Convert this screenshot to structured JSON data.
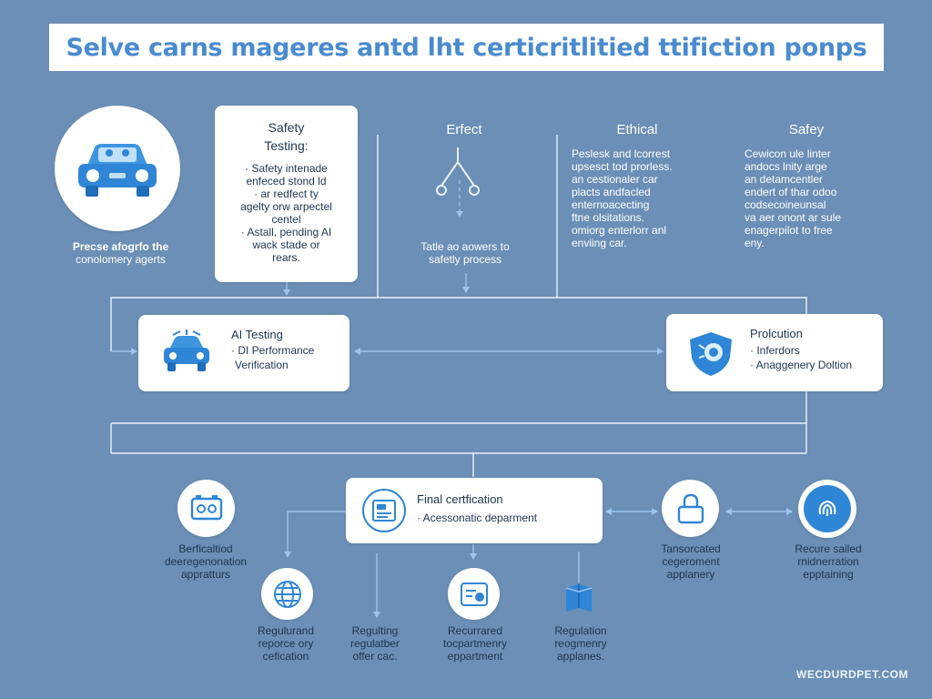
{
  "title": "Selve carns mageres antd lht certicritlitied ttifiction ponps",
  "top_left": {
    "icon": "car-icon",
    "caption": [
      "Precse afogrfo the",
      "conolomery agerts"
    ]
  },
  "safety_testing": {
    "title": [
      "Safety",
      "Testing:"
    ],
    "lines": [
      "· Safety intenade",
      "enfeced stond ld",
      "· ar redfect ty",
      "agelty orw arpectel",
      "centel",
      "· Astall, pending AI",
      "wack stade or",
      "rears."
    ]
  },
  "effect": {
    "heading": "Erfect",
    "icon": "branch-icon",
    "caption": [
      "Tatle ao aowers to",
      "safetly process"
    ]
  },
  "ethical": {
    "heading": "Ethical",
    "lines": [
      "Peslesk and lcorrest",
      "upsesct tod prorless.",
      "an cestionaler car",
      "placts andfacled",
      "enternoacecting",
      "ftne olsitations.",
      "omiorg enterlorr anl",
      "enviing car."
    ]
  },
  "safey": {
    "heading": "Safey",
    "lines": [
      "Cewicon ule linter",
      "andocs lnity arge",
      "an detamcentler",
      "endert of thar odoo",
      "codsecoineunsal",
      "va aer onont ar sule",
      "enagerpilot to free",
      "eny."
    ]
  },
  "ai_testing": {
    "icon": "car-icon",
    "title": "AI Testing",
    "lines": [
      "· DI Performance",
      "Verification"
    ]
  },
  "prolcution": {
    "icon": "shield-icon",
    "title": "Prolcution",
    "lines": [
      "· Inferdors",
      "· Anaggenery Doltion"
    ]
  },
  "final": {
    "icon": "document-icon",
    "title": "Final certfication",
    "line": "· Acessonatic deparment"
  },
  "bottom_nodes": [
    {
      "icon": "dashboard-icon",
      "caption": [
        "Berficaltiod",
        "deeregenonation",
        "appratturs"
      ]
    },
    {
      "icon": "lock-icon",
      "caption": [
        "Tansorcated",
        "cegeroment",
        "applanery"
      ]
    },
    {
      "icon": "fingerprint-icon",
      "caption": [
        "Recure sailed",
        "rnidnerration",
        "epptaining"
      ]
    }
  ],
  "lowest_nodes": [
    {
      "icon": "globe-icon",
      "caption": [
        "Regulurand",
        "reporce ory",
        "cefication"
      ]
    },
    {
      "icon": "",
      "caption": [
        "Regulting",
        "regulatber",
        "offer cac."
      ]
    },
    {
      "icon": "checklist-icon",
      "caption": [
        "Recurrared",
        "tocpartmenry",
        "eppartment"
      ]
    },
    {
      "icon": "book-icon",
      "caption": [
        "Regulation",
        "reogmenry",
        "applanes."
      ]
    }
  ],
  "footer": "WECDURDPET.COM",
  "colors": {
    "background": "#6b8fb6",
    "accent": "#2f86d6",
    "title": "#4a8bcf",
    "line": "#e9f1fa",
    "arrow": "#9cc4ef"
  }
}
